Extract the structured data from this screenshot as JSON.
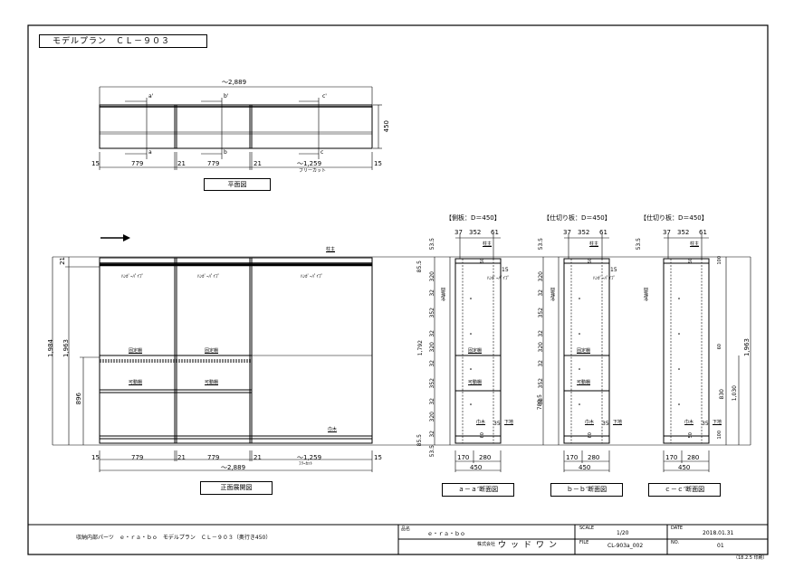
{
  "title": "モデルプラン　ＣＬ－９０３",
  "plan": {
    "overall": "～2,889",
    "depth": "450",
    "section_marks": [
      "a'",
      "b'",
      "c'",
      "a",
      "b",
      "c"
    ],
    "dims": [
      "15",
      "779",
      "21",
      "779",
      "21",
      "～1,259",
      "15"
    ],
    "free_cut": "フリーカット",
    "label": "平面図"
  },
  "elevation": {
    "left_dims": [
      "21",
      "1,984",
      "1,963",
      "896"
    ],
    "labels": {
      "rod_top": "柱主",
      "hanger": "ﾊﾝｶﾞｰﾊﾟｲﾌﾟ",
      "fixed_shelf": "固定棚",
      "movable_shelf": "可動棚",
      "rod_bottom": "巾木"
    },
    "bottom_dims": [
      "15",
      "779",
      "21",
      "779",
      "21",
      "～1,259",
      "15"
    ],
    "overall": "～2,889",
    "free_cut": "ﾌﾘｰｶｯﾄ",
    "label": "正面展開図"
  },
  "sections": [
    {
      "header": "【側板：D＝450】",
      "top_dims": [
        "37",
        "352",
        "61"
      ],
      "vert_dims": [
        "53.5",
        "85.5",
        "320",
        "32",
        "352",
        "32",
        "320",
        "32",
        "352",
        "32",
        "320",
        "32",
        "85.5",
        "53.5"
      ],
      "side_dims": [
        "1,792"
      ],
      "bottom_dims": [
        "170",
        "280",
        "450"
      ],
      "label": "ａ－ａ’断面図"
    },
    {
      "header": "【仕切り板：D＝450】",
      "top_dims": [
        "37",
        "352",
        "61"
      ],
      "vert_dims": [
        "53.5",
        "320",
        "32",
        "352",
        "32",
        "320",
        "32",
        "352",
        "32"
      ],
      "side_dims": [
        "789.5"
      ],
      "bottom_dims": [
        "170",
        "280",
        "450"
      ],
      "label": "ｂ－ｂ’断面図"
    },
    {
      "header": "【仕切り板：D＝450】",
      "top_dims": [
        "37",
        "352",
        "61"
      ],
      "vert_dims": [
        "53.5"
      ],
      "side_dims": [
        "1,963",
        "830",
        "1,030"
      ],
      "bottom_dims": [
        "170",
        "280",
        "450"
      ],
      "label": "ｃ－ｃ’断面図"
    }
  ],
  "section_small": {
    "rod": "柱主",
    "hanger": "ﾊﾝｶﾞｰﾊﾟｲﾌﾟ",
    "side_mark": "化粧面",
    "fixed": "固定棚",
    "movable": "可動棚",
    "bottom": "巾木",
    "foot": "下地",
    "n15": "15",
    "n35": "35",
    "n100": "100",
    "n50": "50",
    "n60": "60"
  },
  "title_block": {
    "description": "収納内部パーツ　ｅ・ｒａ・ｂｏ　モデルプラン　ＣＬ－９０３（奥行き450）",
    "name_label": "品名",
    "name_value": "ｅ・ｒａ・ｂｏ",
    "company_label": "株式会社",
    "company": "ウッドワン",
    "scale_label": "SCALE",
    "scale": "1/20",
    "file_label": "FILE",
    "file": "CL-903a_002",
    "date_label": "DATE",
    "date": "2018.01.31",
    "no_label": "NO.",
    "no": "01",
    "footnote": "（18.2.5 印刷）"
  }
}
